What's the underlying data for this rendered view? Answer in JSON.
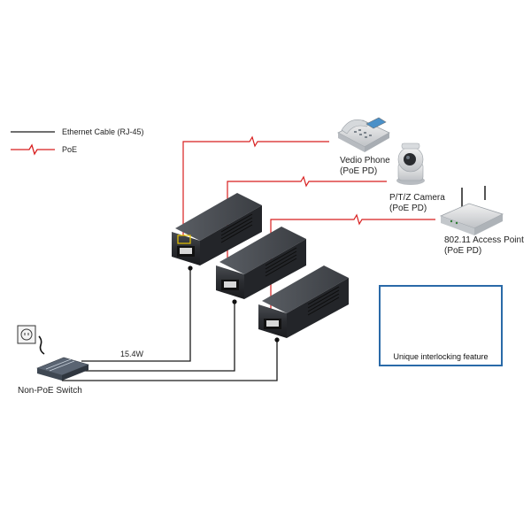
{
  "legend": {
    "ethernet_label": "Ethernet Cable (RJ-45)",
    "poe_label": "PoE",
    "ethernet_color": "#1a1a1a",
    "poe_color": "#d81e1e"
  },
  "devices": {
    "phone": {
      "name": "Vedio Phone",
      "sub": "(PoE PD)"
    },
    "camera": {
      "name": "P/T/Z Camera",
      "sub": "(PoE PD)"
    },
    "access_point": {
      "name": "802.11 Access Point",
      "sub": "(PoE PD)"
    },
    "switch": {
      "name": "Non-PoE Switch"
    }
  },
  "power_label": "15.4W",
  "callout": {
    "caption": "Unique interlocking feature",
    "border_color": "#2a6aa8"
  }
}
